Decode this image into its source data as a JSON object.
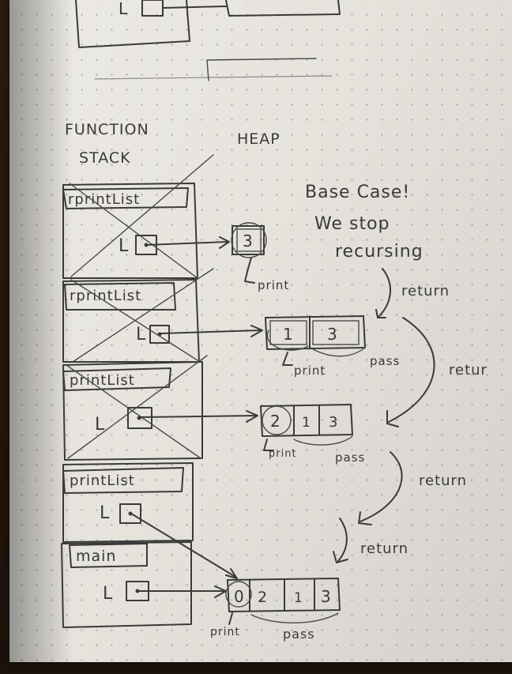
{
  "headers": {
    "stack": "FUNCTION STACK",
    "heap": "HEAP"
  },
  "base_case": {
    "line1": "Base Case!",
    "line2": "We stop",
    "line3": "recursing"
  },
  "frames": [
    {
      "name": "rprintList",
      "var": "L"
    },
    {
      "name": "rprintList",
      "var": "L"
    },
    {
      "name": "printList",
      "var": "L"
    },
    {
      "name": "printList",
      "var": "L"
    },
    {
      "name": "main",
      "var": "L"
    }
  ],
  "lists": [
    {
      "cells": [
        "3"
      ]
    },
    {
      "cells": [
        "1",
        "3"
      ]
    },
    {
      "cells": [
        "2",
        "1",
        "3"
      ]
    },
    {
      "cells": [
        "0",
        "2",
        "1",
        "3"
      ]
    }
  ],
  "labels": {
    "print": "print",
    "pass": "pass",
    "return": "return",
    "return_cut": "retur"
  }
}
